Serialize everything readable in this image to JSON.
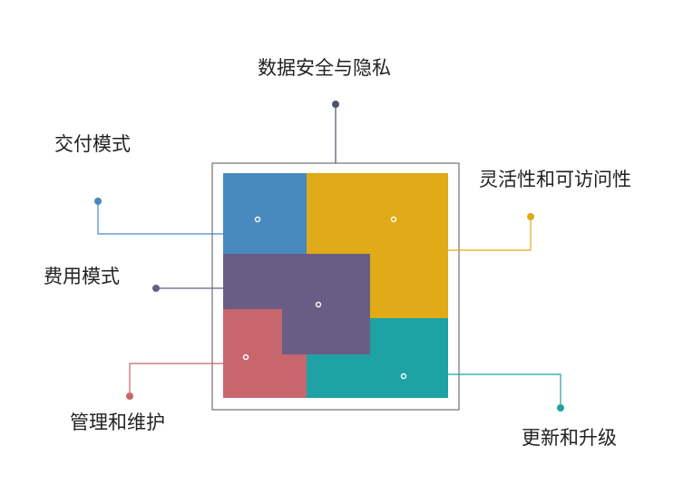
{
  "diagram": {
    "labels": {
      "data_security": "数据安全与隐私",
      "delivery_mode": "交付模式",
      "flexibility": "灵活性和可访问性",
      "cost_mode": "费用模式",
      "management": "管理和维护",
      "updates": "更新和升级"
    },
    "colors": {
      "blue": "#4889bf",
      "yellow": "#e0aa18",
      "purple": "#6a5d85",
      "red": "#c8666e",
      "teal": "#1ea2a4",
      "dark": "#4a5568",
      "frame": "#555555"
    }
  }
}
